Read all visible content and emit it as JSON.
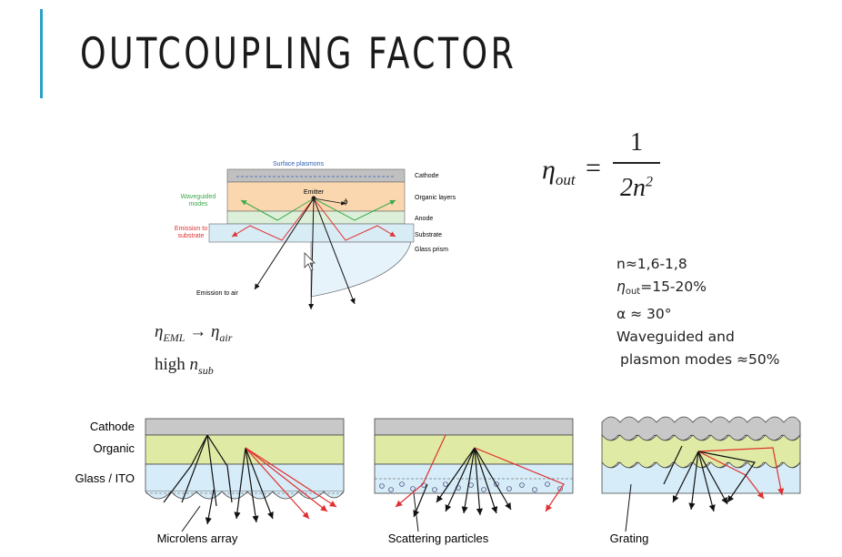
{
  "slide": {
    "title": "OUTCOUPLING FACTOR"
  },
  "top_diagram": {
    "label_surface_plasmons": "Surface plasmons",
    "label_emitter": "Emitter",
    "label_phi": "ϕ",
    "label_cathode": "Cathode",
    "label_organic_layers": "Organic layers",
    "label_anode": "Anode",
    "label_substrate": "Substrate",
    "label_glass_prism": "Glass prism",
    "label_waveguided_line1": "Waveguided",
    "label_waveguided_line2": "modes",
    "label_emission_substrate_line1": "Emission to",
    "label_emission_substrate_line2": "substrate",
    "label_emission_air": "Emission to air"
  },
  "formula_main": {
    "lhs_symbol": "η",
    "lhs_sub": "out",
    "equals": "=",
    "numerator": "1",
    "denominator": "2n",
    "denominator_exp": "2"
  },
  "formula_side": {
    "line1_eta": "η",
    "line1_sub1": "EML",
    "line1_arrow": "→",
    "line1_eta2": "η",
    "line1_sub2": "air",
    "line2_text": "high ",
    "line2_n": "n",
    "line2_sub": "sub"
  },
  "notes": {
    "line1": "n≈1,6-1,8",
    "line2_eta": "η",
    "line2_sub": "out",
    "line2_rest": "=15-20%",
    "line3": "α ≈ 30°",
    "line4": "Waveguided and",
    "line5": "plasmon modes ≈50%"
  },
  "bottom_diagrams": {
    "layer_cathode": "Cathode",
    "layer_organic": "Organic",
    "layer_glass": "Glass / ITO",
    "caption_microlens": "Microlens array",
    "caption_scattering": "Scattering particles",
    "caption_grating": "Grating"
  },
  "colors": {
    "accent": "#2aa0c8",
    "cathode_gray": "#c8c8c8",
    "organic_green": "#dfeaa4",
    "glass_blue": "#d6ecf8",
    "ray_red": "#e03030",
    "ray_green": "#3aaa4a",
    "waveguide_label_green": "#3aaa4a",
    "emission_label_red": "#e03030",
    "organic_orange": "#fbd7b0"
  }
}
